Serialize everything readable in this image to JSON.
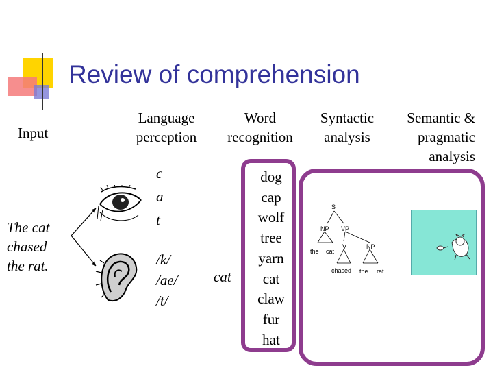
{
  "slide": {
    "title": "Review of comprehension",
    "accent_colors": {
      "title": "#33339a",
      "lexicon_border": "#8e3c8e",
      "square_yellow": "#ffd400",
      "square_red": "#e85a5a",
      "square_blue": "#6a6acf",
      "picture_bg": "#86e6d6"
    }
  },
  "columns": {
    "input": "Input",
    "perception": [
      "Language",
      "perception"
    ],
    "recognition": [
      "Word",
      "recognition"
    ],
    "syntactic": [
      "Syntactic",
      "analysis"
    ],
    "semantic": [
      "Semantic &",
      "pragmatic",
      "analysis"
    ]
  },
  "input_sentence": [
    "The cat",
    "chased",
    "the rat."
  ],
  "orthographic": [
    "c",
    "a",
    "t"
  ],
  "phonetic": [
    "/k/",
    "/ae/",
    "/t/"
  ],
  "recognized_word": "cat",
  "lexicon": [
    "dog",
    "cap",
    "wolf",
    "tree",
    "yarn",
    "cat",
    "claw",
    "fur",
    "hat"
  ],
  "parse_tree": {
    "S": "S",
    "NP": "NP",
    "VP": "VP",
    "V": "V",
    "NP2": "NP",
    "leaves": [
      "the",
      "cat",
      "chased",
      "the",
      "rat"
    ]
  },
  "icons": [
    "eye-icon",
    "ear-icon",
    "cat-and-rat-picture"
  ]
}
